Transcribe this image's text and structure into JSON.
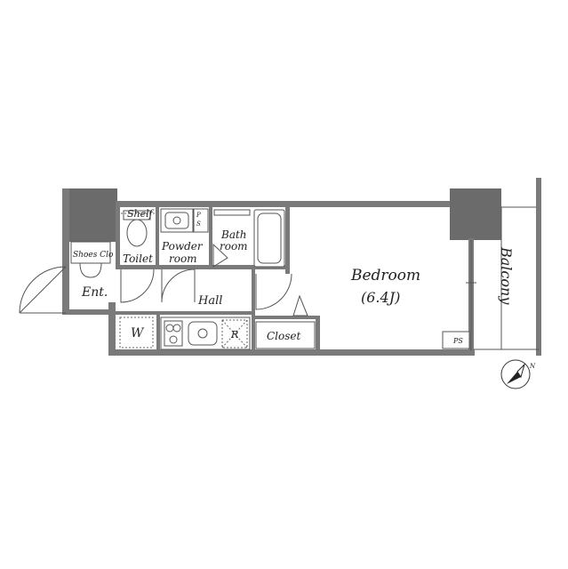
{
  "rooms": {
    "shelf": "Shelf",
    "ps_small": "P",
    "ps_small2": "S",
    "toilet": "Toilet",
    "powder_room": "Powder",
    "powder_room2": "room",
    "bath_room": "Bath",
    "bath_room2": "room",
    "shoes_closet": "Shoes Clo",
    "entrance": "Ent.",
    "hall": "Hall",
    "washer": "W",
    "fridge": "R",
    "closet": "Closet",
    "bedroom": "Bedroom",
    "bedroom_size": "(6.4J)",
    "balcony": "Balcony",
    "ps": "PS"
  },
  "compass": {
    "label": "N"
  }
}
